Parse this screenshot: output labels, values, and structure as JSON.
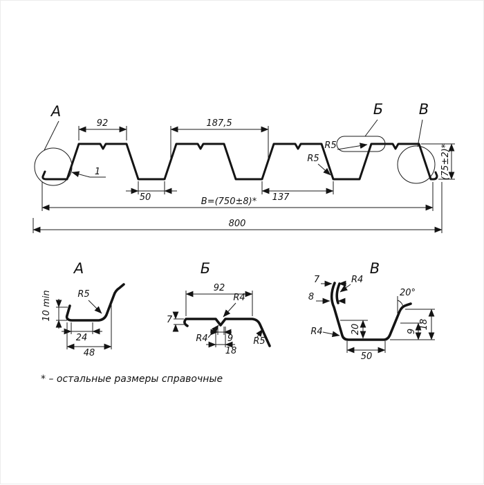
{
  "main": {
    "label_a": "A",
    "label_b": "Б",
    "label_v": "В",
    "dim_flange_width": "92",
    "dim_pitch": "187,5",
    "dim_r5_lower": "R5",
    "dim_r5_upper": "R5",
    "dim_thickness": "1",
    "dim_valley_width": "50",
    "dim_rib_width": "137",
    "dim_working_width": "B=(750±8)*",
    "dim_overall_width": "800",
    "dim_height": "(75±2)*"
  },
  "detail_a": {
    "title": "A",
    "dim_edge_height": "10 min",
    "dim_r5": "R5",
    "dim_24": "24",
    "dim_48": "48"
  },
  "detail_b": {
    "title": "Б",
    "dim_92": "92",
    "dim_r4_upper": "R4",
    "dim_7": "7",
    "dim_r4_lower": "R4",
    "dim_9": "9",
    "dim_18": "18",
    "dim_r5": "R5"
  },
  "detail_v": {
    "title": "В",
    "dim_7": "7",
    "dim_r4_upper": "R4",
    "dim_8": "8",
    "dim_angle": "20°",
    "dim_r4_lower": "R4",
    "dim_20": "20",
    "dim_9": "9",
    "dim_18": "18",
    "dim_50": "50"
  },
  "footnote": {
    "text": "* – остальные размеры справочные"
  }
}
